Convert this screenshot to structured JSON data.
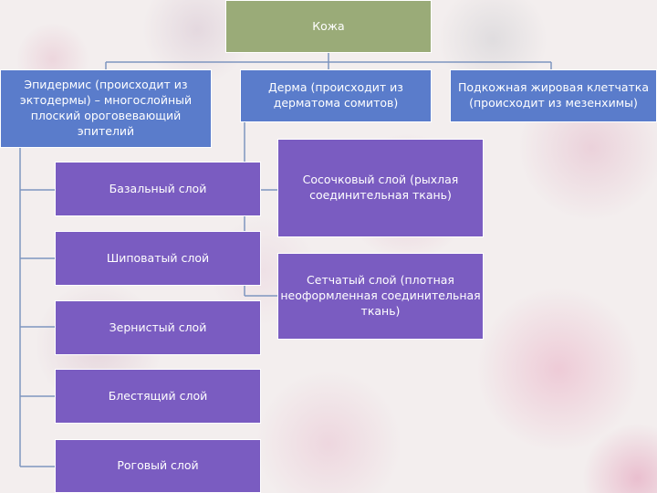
{
  "diagram": {
    "root": "Кожа",
    "branches": {
      "epidermis": {
        "label": "Эпидермис (происходит из эктодермы) – многослойный плоский ороговевающий эпителий",
        "children": [
          "Базальный слой",
          "Шиповатый слой",
          "Зернистый слой",
          "Блестящий слой",
          "Роговый слой"
        ]
      },
      "dermis": {
        "label": "Дерма (происходит из дерматома сомитов)",
        "children": [
          "Сосочковый слой (рыхлая соединительная ткань)",
          "Сетчатый слой (плотная неоформленная соединительная ткань)"
        ]
      },
      "hypodermis": {
        "label": "Подкожная жировая клетчатка (происходит из мезенхимы)"
      }
    }
  },
  "colors": {
    "root": "#9aab78",
    "level1": "#5a7ccb",
    "level2": "#7a5cc1",
    "connector": "#7e95bf"
  }
}
